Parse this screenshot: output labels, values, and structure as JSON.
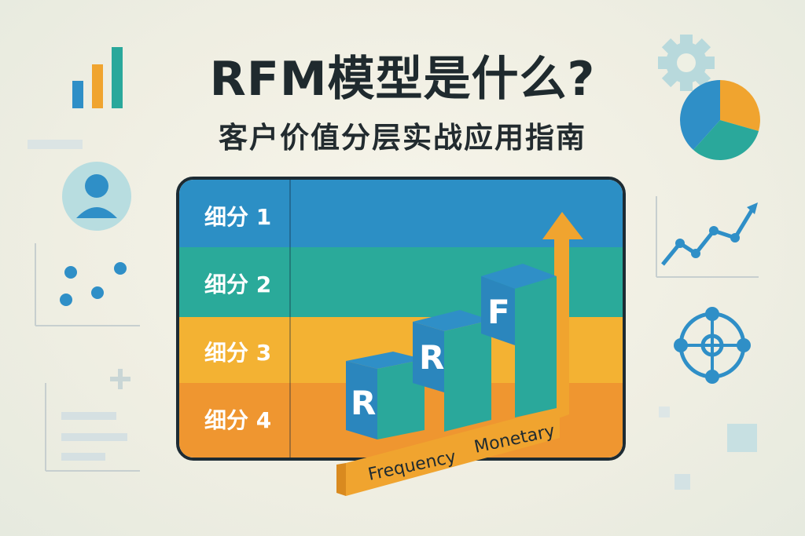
{
  "title": "RFM模型是什么?",
  "subtitle": "客户价值分层实战应用指南",
  "segments": [
    {
      "label": "细分 1",
      "color": "#2c8fc5"
    },
    {
      "label": "细分 2",
      "color": "#2aaa9a"
    },
    {
      "label": "细分 3",
      "color": "#f3b233"
    },
    {
      "label": "细分 4",
      "color": "#ef9630"
    }
  ],
  "blocks": [
    {
      "letter": "R",
      "level": 1
    },
    {
      "letter": "R",
      "level": 2
    },
    {
      "letter": "F",
      "level": 3
    }
  ],
  "axis": {
    "word1": "Frequency",
    "word2": "Monetary"
  },
  "colors": {
    "teal": "#2aa89b",
    "blue": "#2f8fc7",
    "orange": "#f0a42f",
    "dark": "#1d2b33"
  },
  "icons": [
    "bar-chart-icon",
    "user-avatar-icon",
    "scatter-plot-icon",
    "document-lines-icon",
    "gear-icon",
    "pie-chart-icon",
    "line-chart-icon",
    "network-icon"
  ]
}
